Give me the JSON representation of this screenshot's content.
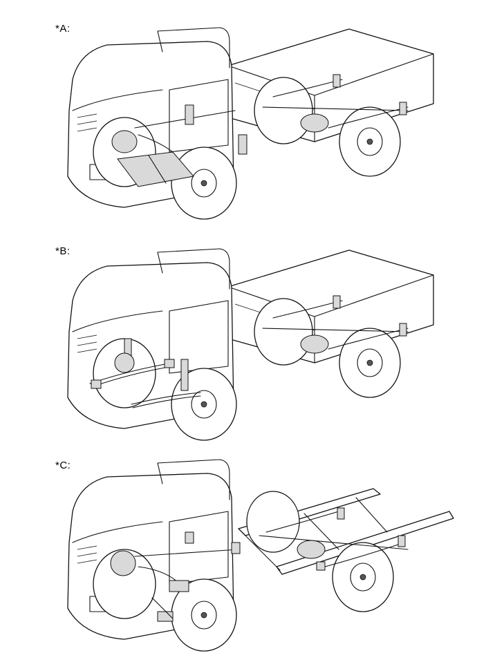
{
  "diagrams": [
    {
      "label": "*A:"
    },
    {
      "label": "*B:"
    },
    {
      "label": "*C:"
    }
  ]
}
